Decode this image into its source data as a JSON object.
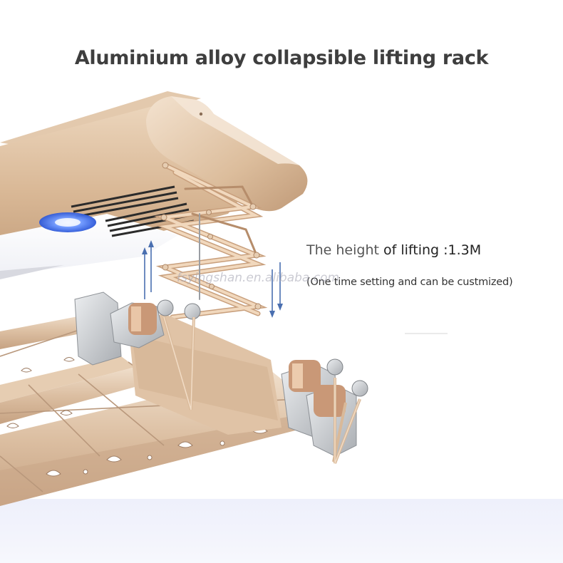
{
  "title": "Aluminium alloy collapsible lifting rack",
  "height_label": {
    "part1": "The height ",
    "part2": "of lifting :1.3M"
  },
  "sub_label": "(One time setting and can be custmized)",
  "watermark": "fsyingshan.en.alibaba.com",
  "colors": {
    "gold": "#d9b999",
    "gold_dark": "#b58e6c",
    "gold_light": "#efdcc8",
    "silver": "#c7c9cc",
    "arrow_blue": "#4a6fb0",
    "led_blue": "#4a7bff",
    "title": "#3e3e3e"
  }
}
